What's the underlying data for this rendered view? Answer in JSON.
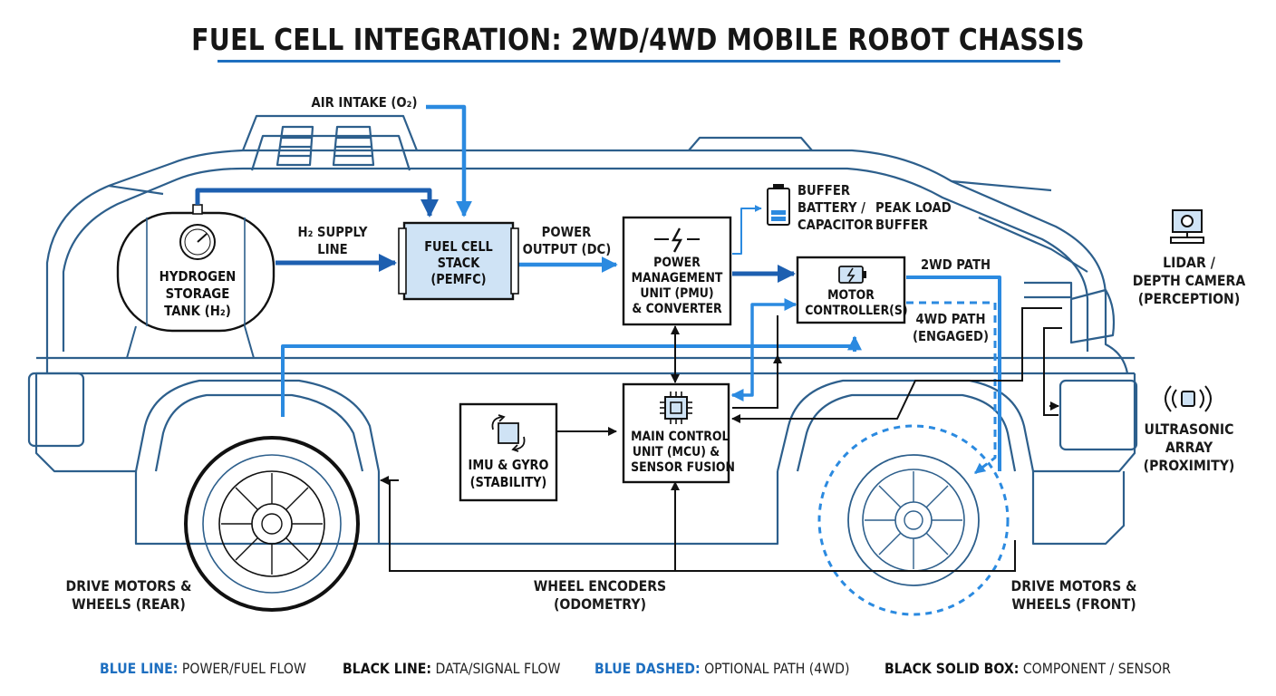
{
  "title": "FUEL CELL INTEGRATION: 2WD/4WD MOBILE ROBOT CHASSIS",
  "colors": {
    "power_flow": "#2b8ae0",
    "chassis": "#2d5f8c",
    "data_flow": "#111111",
    "box_fill": "#cfe3f5"
  },
  "labels": {
    "air_intake": "AIR INTAKE (O₂)",
    "h2_supply": [
      "H₂ SUPPLY",
      "LINE"
    ],
    "power_output": [
      "POWER",
      "OUTPUT (DC)"
    ],
    "buffer_battery": [
      "BUFFER",
      "BATTERY /",
      "CAPACITOR"
    ],
    "peak_load": [
      "PEAK LOAD",
      "BUFFER"
    ],
    "path_2wd": "2WD PATH",
    "path_4wd": [
      "4WD PATH",
      "(ENGAGED)"
    ],
    "lidar": [
      "LIDAR /",
      "DEPTH CAMERA",
      "(PERCEPTION)"
    ],
    "ultrasonic": [
      "ULTRASONIC",
      "ARRAY",
      "(PROXIMITY)"
    ],
    "drive_rear": [
      "DRIVE MOTORS &",
      "WHEELS (REAR)"
    ],
    "wheel_encoders": [
      "WHEEL ENCODERS",
      "(ODOMETRY)"
    ],
    "drive_front": [
      "DRIVE MOTORS &",
      "WHEELS (FRONT)"
    ]
  },
  "components": {
    "hydrogen_tank": [
      "HYDROGEN",
      "STORAGE",
      "TANK (H₂)"
    ],
    "fuel_cell": [
      "FUEL CELL",
      "STACK",
      "(PEMFC)"
    ],
    "pmu": [
      "POWER",
      "MANAGEMENT",
      "UNIT (PMU)",
      "& CONVERTER"
    ],
    "motor_controller": [
      "MOTOR",
      "CONTROLLER(S)"
    ],
    "mcu": [
      "MAIN CONTROL",
      "UNIT (MCU) &",
      "SENSOR FUSION"
    ],
    "imu": [
      "IMU & GYRO",
      "(STABILITY)"
    ]
  },
  "legend": [
    {
      "key": "BLUE LINE:",
      "value": "POWER/FUEL FLOW",
      "key_color": "blue"
    },
    {
      "key": "BLACK LINE:",
      "value": "DATA/SIGNAL FLOW",
      "key_color": "black"
    },
    {
      "key": "BLUE DASHED:",
      "value": "OPTIONAL PATH (4WD)",
      "key_color": "blue"
    },
    {
      "key": "BLACK SOLID BOX:",
      "value": "COMPONENT / SENSOR",
      "key_color": "black"
    }
  ]
}
